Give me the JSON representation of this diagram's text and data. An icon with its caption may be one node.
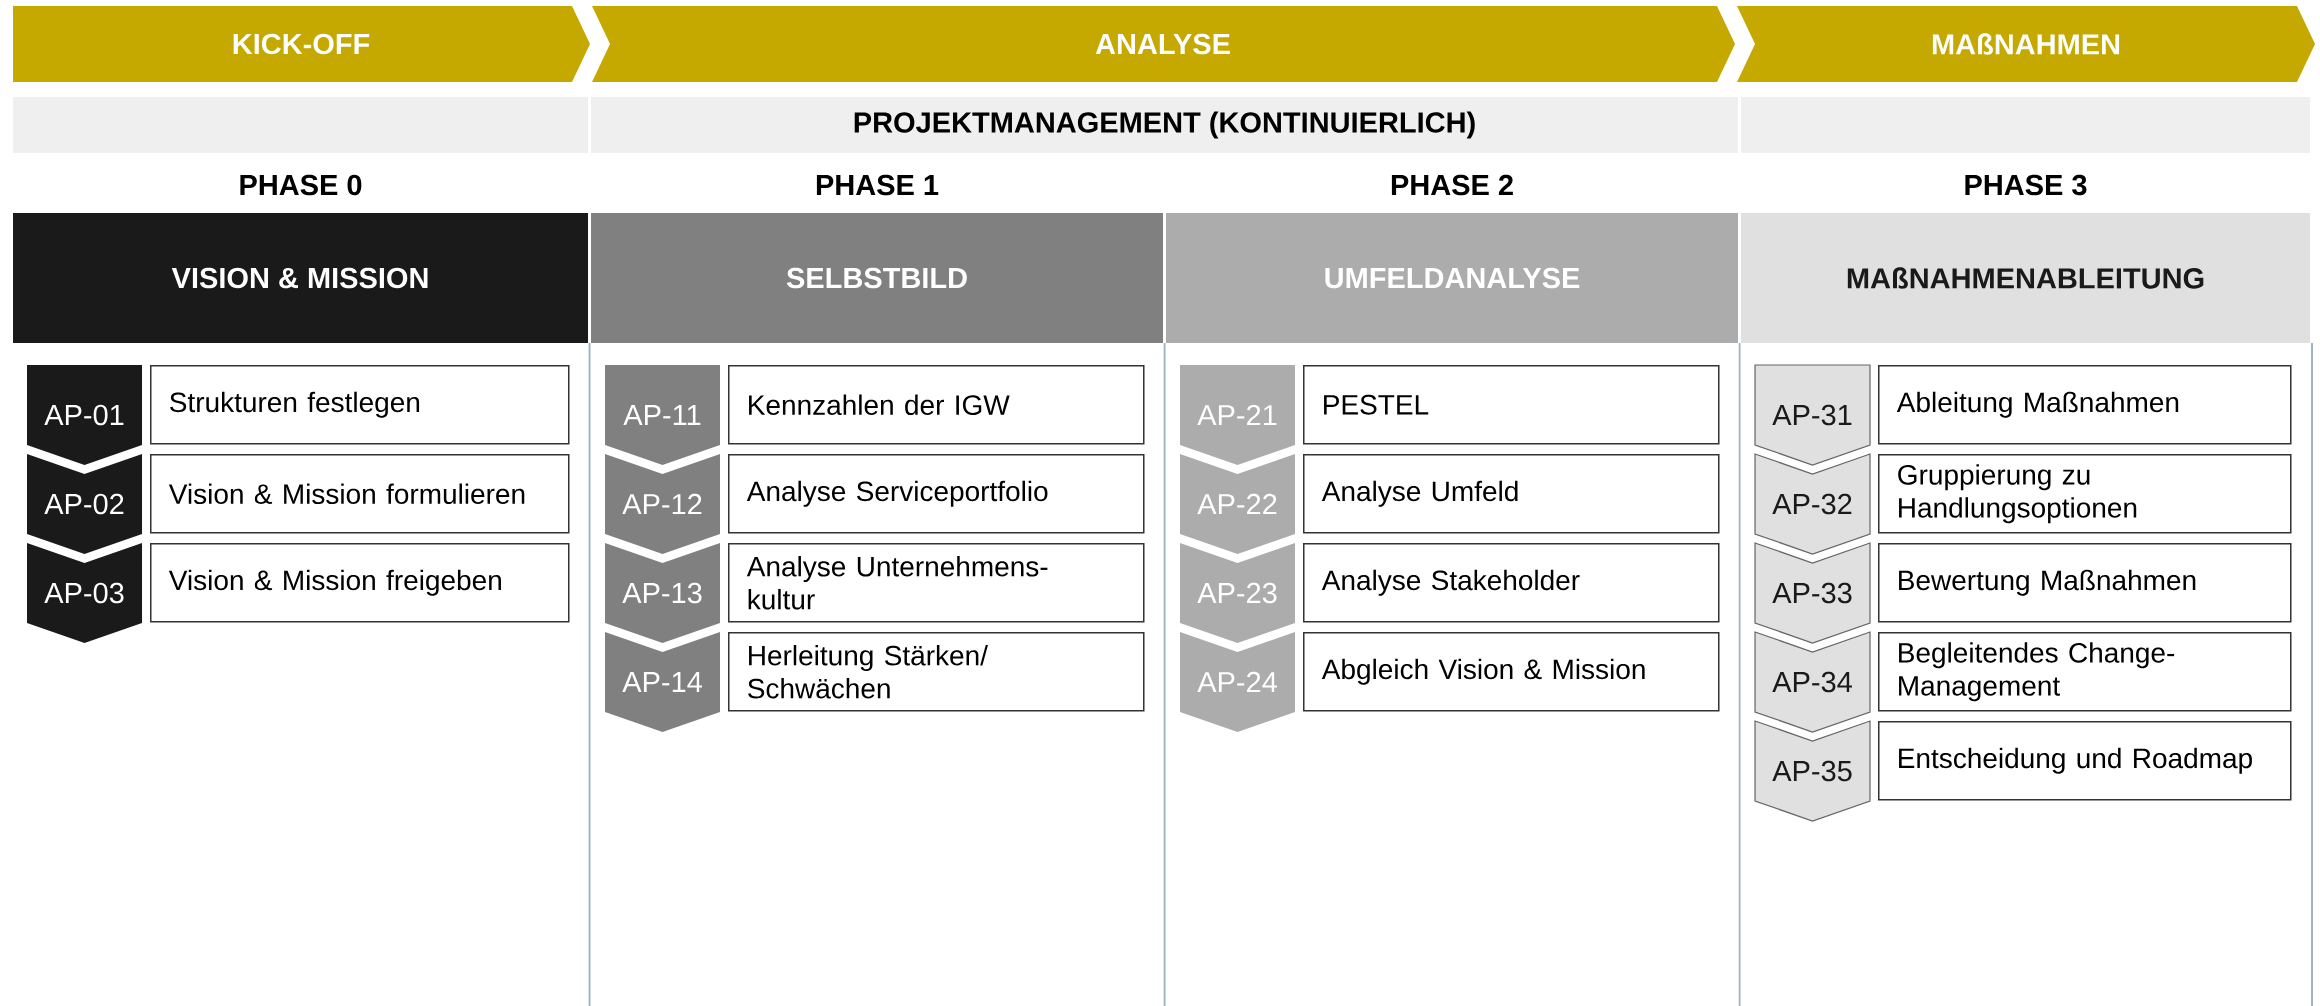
{
  "diagram": {
    "nodes": [
      {
        "text": [
          "KICK-OFF"
        ]
      },
      {
        "text": [
          "ANALYSE"
        ]
      },
      {
        "text": [
          "MAßNAHMEN"
        ]
      },
      {
        "text": [
          "PROJEKTMANAGEMENT (KONTINUIERLICH)"
        ]
      },
      {
        "text": [
          "VISION & MISSION"
        ],
        "beside": [
          "PHASE 0"
        ]
      },
      {
        "text": [
          "AP-01"
        ]
      },
      {
        "text": [
          "Strukturen festlegen"
        ]
      },
      {
        "text": [
          "AP-02"
        ]
      },
      {
        "text": [
          "Vision & Mission formulieren"
        ]
      },
      {
        "text": [
          "AP-03"
        ]
      },
      {
        "text": [
          "Vision & Mission freigeben"
        ]
      },
      {
        "text": [
          "SELBSTBILD"
        ],
        "beside": [
          "PHASE 1"
        ]
      },
      {
        "text": [
          "AP-11"
        ]
      },
      {
        "text": [
          "Kennzahlen der IGW"
        ]
      },
      {
        "text": [
          "AP-12"
        ]
      },
      {
        "text": [
          "Analyse Serviceportfolio"
        ]
      },
      {
        "text": [
          "AP-13"
        ]
      },
      {
        "text": [
          "Analyse Unternehmens- kultur"
        ]
      },
      {
        "text": [
          "AP-14"
        ]
      },
      {
        "text": [
          "Herleitung Stärken/ Schwächen"
        ]
      },
      {
        "text": [
          "UMFELDANALYSE"
        ],
        "beside": [
          "PHASE 2"
        ]
      },
      {
        "text": [
          "AP-21"
        ]
      },
      {
        "text": [
          "PESTEL"
        ]
      },
      {
        "text": [
          "AP-22"
        ]
      },
      {
        "text": [
          "Analyse Umfeld"
        ]
      },
      {
        "text": [
          "AP-23"
        ]
      },
      {
        "text": [
          "Analyse Stakeholder"
        ]
      },
      {
        "text": [
          "AP-24"
        ]
      },
      {
        "text": [
          "Abgleich Vision & Mission"
        ]
      },
      {
        "text": [
          "MAßNAHMENABLEITUNG"
        ],
        "beside": [
          "PHASE 3"
        ]
      },
      {
        "text": [
          "AP-31"
        ]
      },
      {
        "text": [
          "Ableitung Maßnahmen"
        ]
      },
      {
        "text": [
          "AP-32"
        ]
      },
      {
        "text": [
          "Gruppierung zu Handlungsoptionen"
        ]
      },
      {
        "text": [
          "AP-33"
        ]
      },
      {
        "text": [
          "Bewertung Maßnahmen"
        ]
      },
      {
        "text": [
          "AP-34"
        ]
      },
      {
        "text": [
          "Begleitendes Change- Management"
        ]
      },
      {
        "text": [
          "AP-35"
        ]
      },
      {
        "text": [
          "Entscheidung und Roadmap"
        ]
      }
    ]
  }
}
